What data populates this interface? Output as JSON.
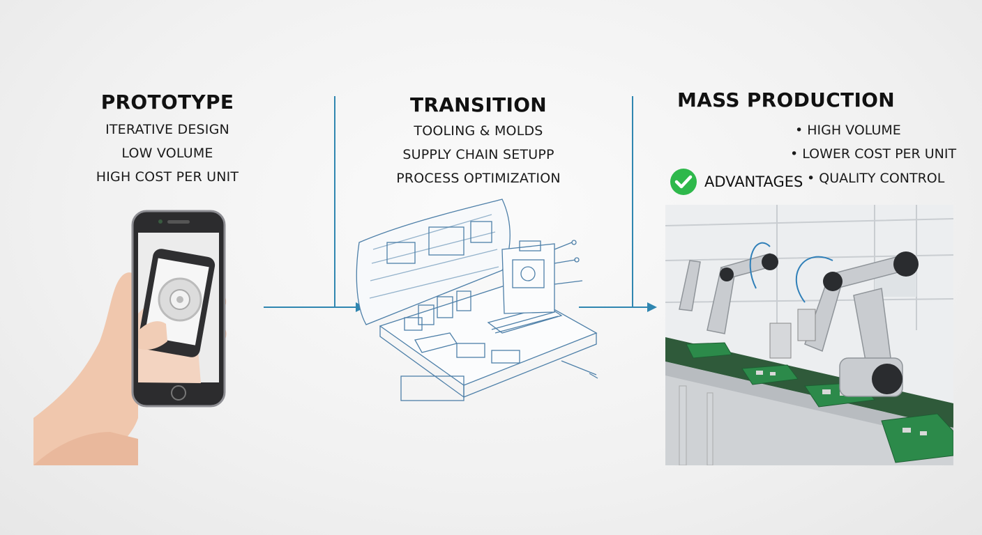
{
  "stages": [
    {
      "title": "PROTOTYPE",
      "items": [
        "ITERATIVE DESIGN",
        "LOW VOLUME",
        "HIGH COST PER UNIT"
      ]
    },
    {
      "title": "TRANSITION",
      "items": [
        "TOOLING & MOLDS",
        "SUPPLY CHAIN SETUPP",
        "PROCESS OPTIMIZATION"
      ]
    },
    {
      "title": "MASS PRODUCTION",
      "items": [
        "• HIGH VOLUME",
        "• LOWER COST PER UNIT",
        "• QUALITY CONTROL"
      ],
      "advantages_label": "ADVANTAGES"
    }
  ],
  "colors": {
    "connector": "#2f86b0",
    "check": "#2eb84b",
    "belt": "#2f5a3a",
    "pcb": "#2c8a4a"
  },
  "icons": {
    "phone": "smartphone-in-hand",
    "blueprint": "blueprint-drawing",
    "factory": "robotic-assembly-line",
    "check": "check-circle-icon"
  }
}
